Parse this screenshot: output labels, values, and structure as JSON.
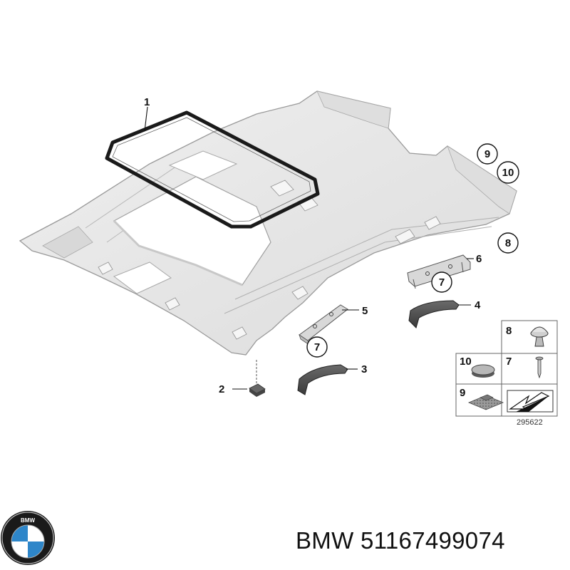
{
  "brand": {
    "name": "BMW",
    "part_number": "51167499074",
    "logo_letters": "BMW"
  },
  "callouts": {
    "c1": "1",
    "c2": "2",
    "c3": "3",
    "c4": "4",
    "c5": "5",
    "c6": "6",
    "c7a": "7",
    "c7b": "7",
    "c8": "8",
    "c9": "9",
    "c10": "10"
  },
  "legend": {
    "c8": "8",
    "c10": "10",
    "c7": "7",
    "c9": "9"
  },
  "diagram_number": "295622",
  "colors": {
    "headliner": "#e8e8e8",
    "outline": "#9a9a9a",
    "seal": "#1a1a1a",
    "bmw_blue": "#2e86c9"
  }
}
